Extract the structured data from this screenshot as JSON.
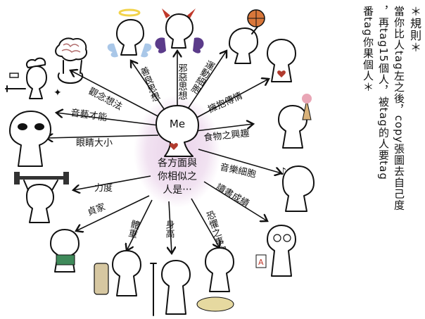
{
  "center": {
    "me": "Me",
    "line1": "各方面與",
    "line2": "你相似之",
    "line3": "人是‧‧‧"
  },
  "labels": {
    "concept": "觀念想法",
    "good": "善良思想",
    "evil": "邪惡思想",
    "sports": "運動細胞",
    "hugs": "擁抱傳情",
    "talent": "音藝才能",
    "food": "食物之興趣",
    "eyes": "眼睛大小",
    "music": "音樂細胞",
    "strength": "力度",
    "study": "讀書成績",
    "chastity": "貞家",
    "weight": "體重",
    "height": "身高",
    "fear": "恐懼之事物"
  },
  "rules": {
    "title": "＊規則＊",
    "line1": "當你比人tag左之後，copy張圖去自己度",
    "line2": "，再tag15個人，被tag的人要tag",
    "line3": "番tag你果個人＊"
  },
  "colors": {
    "center_glow": "#e8cfe8",
    "heart": "#b13b2e",
    "halo": "#f2d34a",
    "wings_blue": "#a9c7e8",
    "devil": "#c0392b",
    "wings_purple": "#5b3b8a",
    "ball": "#d9773a",
    "icecream": "#e9a6b6",
    "weights": "#333333",
    "money": "#3f8a5a",
    "scale": "#d6c7a1",
    "fear_cloud": "#e6d9a0"
  }
}
